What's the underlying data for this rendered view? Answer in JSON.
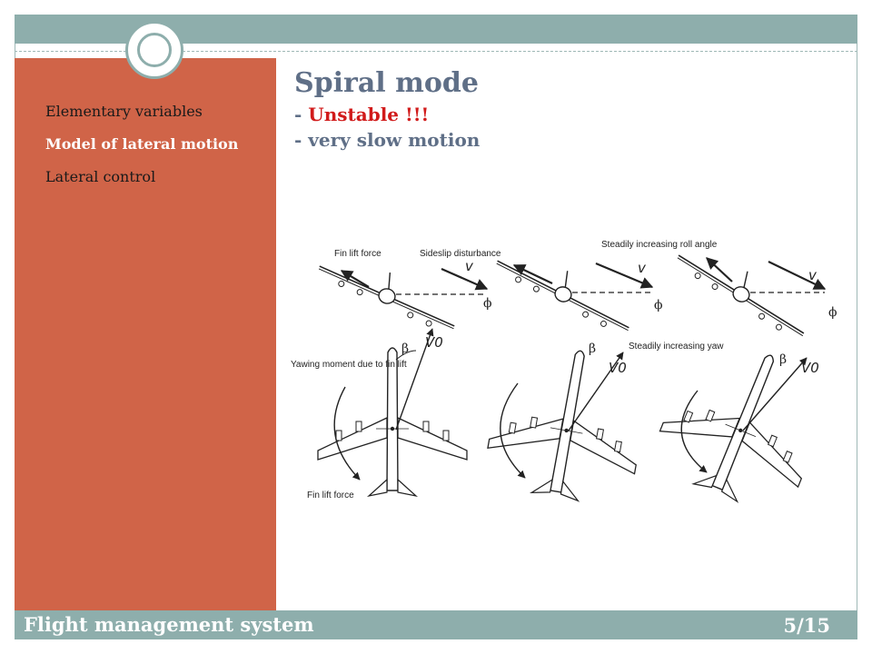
{
  "sidebar": {
    "items": [
      {
        "label": "Elementary variables",
        "active": false
      },
      {
        "label": "Model of lateral motion",
        "active": true
      },
      {
        "label": "Lateral control",
        "active": false
      }
    ]
  },
  "content": {
    "title": "Spiral mode",
    "bullet1_prefix": "- ",
    "bullet1_highlight": "Unstable !!!",
    "bullet2": "- very slow motion"
  },
  "figure": {
    "labels": {
      "fin_lift_force_top": "Fin lift force",
      "sideslip": "Sideslip disturbance",
      "roll_header": "Steadily increasing roll angle",
      "yaw_header": "Steadily increasing yaw",
      "yawing_moment": "Yawing moment due to fin lift",
      "fin_lift_force_bottom": "Fin lift force",
      "v": "v",
      "phi": "ϕ",
      "beta": "β",
      "v0": "V0"
    }
  },
  "footer": {
    "title": "Flight management system",
    "page": "5/15"
  },
  "colors": {
    "band": "#8eaeac",
    "sidebar": "#d06448",
    "title": "#5f6f87",
    "alert": "#d11b1b"
  }
}
